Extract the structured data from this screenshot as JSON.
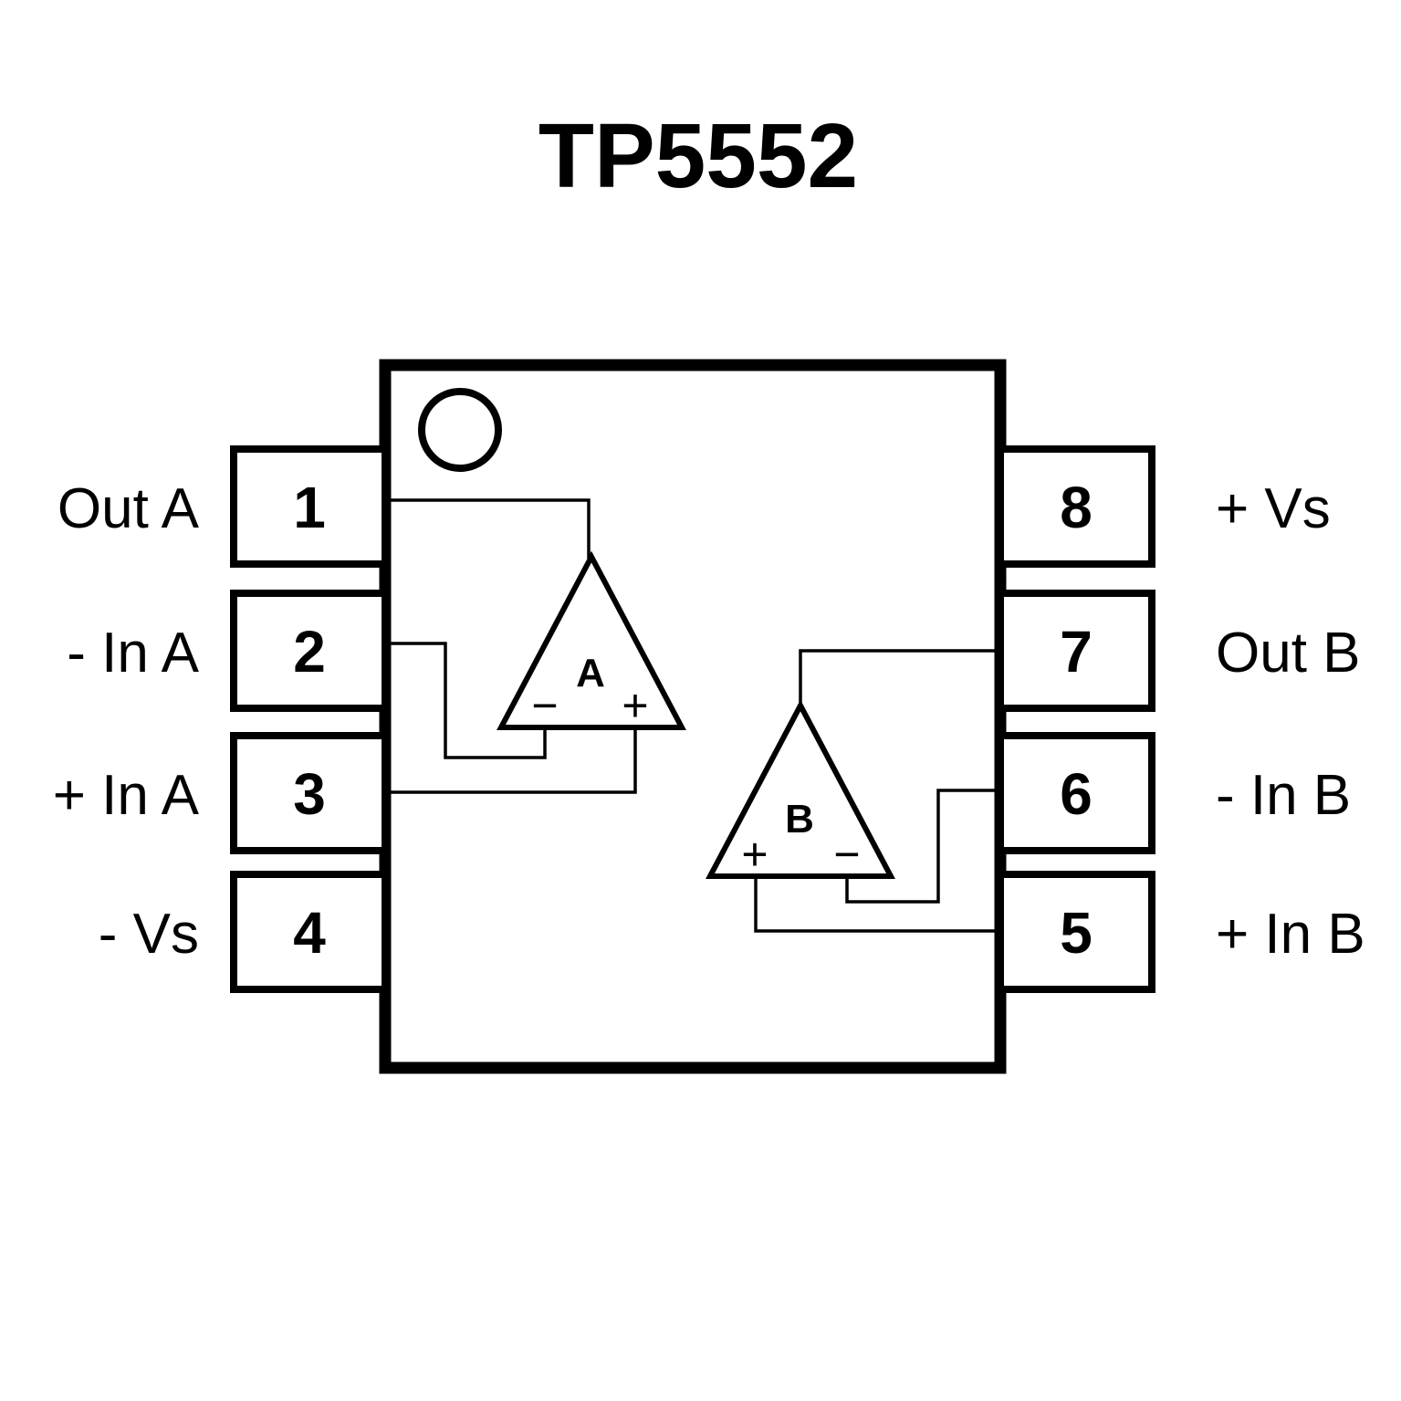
{
  "title": "TP5552",
  "pins": {
    "left": [
      {
        "number": "1",
        "label": "Out A"
      },
      {
        "number": "2",
        "label": "- In A"
      },
      {
        "number": "3",
        "label": "+ In A"
      },
      {
        "number": "4",
        "label": "- Vs"
      }
    ],
    "right": [
      {
        "number": "8",
        "label": "+ Vs"
      },
      {
        "number": "7",
        "label": "Out B"
      },
      {
        "number": "6",
        "label": "- In B"
      },
      {
        "number": "5",
        "label": "+ In B"
      }
    ]
  },
  "opamps": {
    "a": {
      "label": "A",
      "minus": "−",
      "plus": "+"
    },
    "b": {
      "label": "B",
      "minus": "−",
      "plus": "+"
    }
  },
  "colors": {
    "line": "#000000",
    "background": "#ffffff"
  }
}
